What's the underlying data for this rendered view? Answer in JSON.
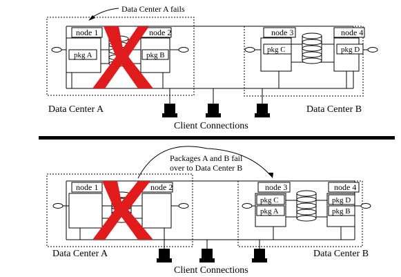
{
  "top": {
    "annotation": "Data Center A fails",
    "dc_a_label": "Data Center A",
    "dc_b_label": "Data Center B",
    "client_label": "Client Connections",
    "nodes": [
      "node 1",
      "node 2",
      "node 3",
      "node 4"
    ],
    "packages": [
      "pkg A",
      "pkg B",
      "pkg C",
      "pkg D"
    ]
  },
  "bottom": {
    "annotation_line1": "Packages A and B fail",
    "annotation_line2": "over to Data Center B",
    "dc_a_label": "Data Center A",
    "dc_b_label": "Data Center B",
    "client_label": "Client Connections",
    "nodes": [
      "node 1",
      "node 2",
      "node 3",
      "node 4"
    ],
    "node3_packages": [
      "pkg C",
      "pkg A"
    ],
    "node4_packages": [
      "pkg D",
      "pkg B"
    ]
  },
  "colors": {
    "fail_x": "#e01b1b",
    "line": "#000000",
    "node_fill": "#ffffff"
  }
}
